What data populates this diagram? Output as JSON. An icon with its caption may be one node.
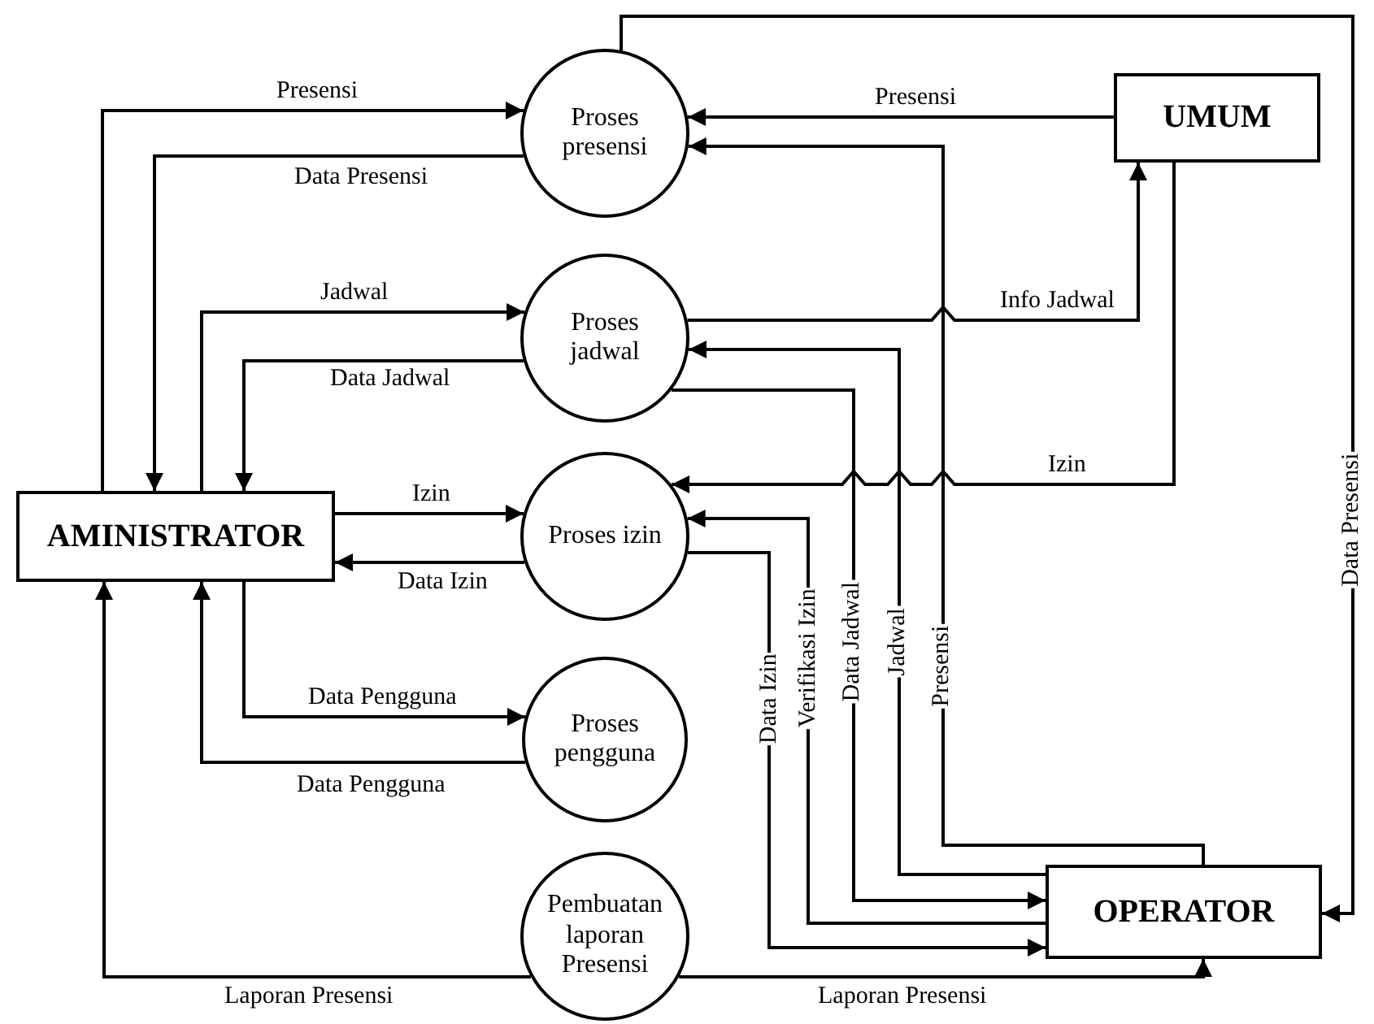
{
  "diagram": {
    "nodes": [
      {
        "text": [
          "Proses presensi"
        ]
      },
      {
        "text": [
          "UMUM"
        ]
      },
      {
        "text": [
          "Proses jadwal"
        ]
      },
      {
        "text": [
          "AMINISTRATOR"
        ]
      },
      {
        "text": [
          "Proses izin"
        ]
      },
      {
        "text": [
          "Proses pengguna"
        ]
      },
      {
        "text": [
          "Pembuatan laporan Presensi"
        ]
      },
      {
        "text": [
          "OPERATOR"
        ]
      }
    ],
    "edges": [
      {
        "from": 3,
        "to": 0,
        "arrow": "to",
        "label": "Presensi"
      },
      {
        "from": 0,
        "to": 3,
        "arrow": "to",
        "label": "Data Presensi"
      },
      {
        "from": 3,
        "to": 2,
        "arrow": "to",
        "label": "Jadwal"
      },
      {
        "from": 2,
        "to": 3,
        "arrow": "to",
        "label": "Data Jadwal"
      },
      {
        "from": 3,
        "to": 4,
        "arrow": "to",
        "label": "Izin"
      },
      {
        "from": 4,
        "to": 3,
        "arrow": "to",
        "label": "Data Izin"
      },
      {
        "from": 3,
        "to": 5,
        "arrow": "to",
        "label": "Data Pengguna"
      },
      {
        "from": 5,
        "to": 3,
        "arrow": "to",
        "label": "Data Pengguna"
      },
      {
        "from": 6,
        "to": 3,
        "arrow": "to",
        "label": "Laporan Presensi"
      },
      {
        "from": 6,
        "to": 7,
        "arrow": "to",
        "label": "Laporan Presensi"
      },
      {
        "from": 1,
        "to": 0,
        "arrow": "to",
        "label": "Presensi"
      },
      {
        "from": 7,
        "to": 0,
        "arrow": "to",
        "label": "Presensi"
      },
      {
        "from": 2,
        "to": 1,
        "arrow": "to",
        "label": "Info Jadwal"
      },
      {
        "from": 1,
        "to": 4,
        "arrow": "to",
        "label": "Izin"
      },
      {
        "from": 7,
        "to": 2,
        "arrow": "to",
        "label": "Jadwal"
      },
      {
        "from": 2,
        "to": 7,
        "arrow": "to",
        "label": "Data Jadwal"
      },
      {
        "from": 7,
        "to": 4,
        "arrow": "to",
        "label": "Verifikasi Izin"
      },
      {
        "from": 4,
        "to": 7,
        "arrow": "to",
        "label": "Data Izin"
      },
      {
        "from": 0,
        "to": 7,
        "arrow": "to",
        "label": "Data Presensi"
      }
    ]
  }
}
